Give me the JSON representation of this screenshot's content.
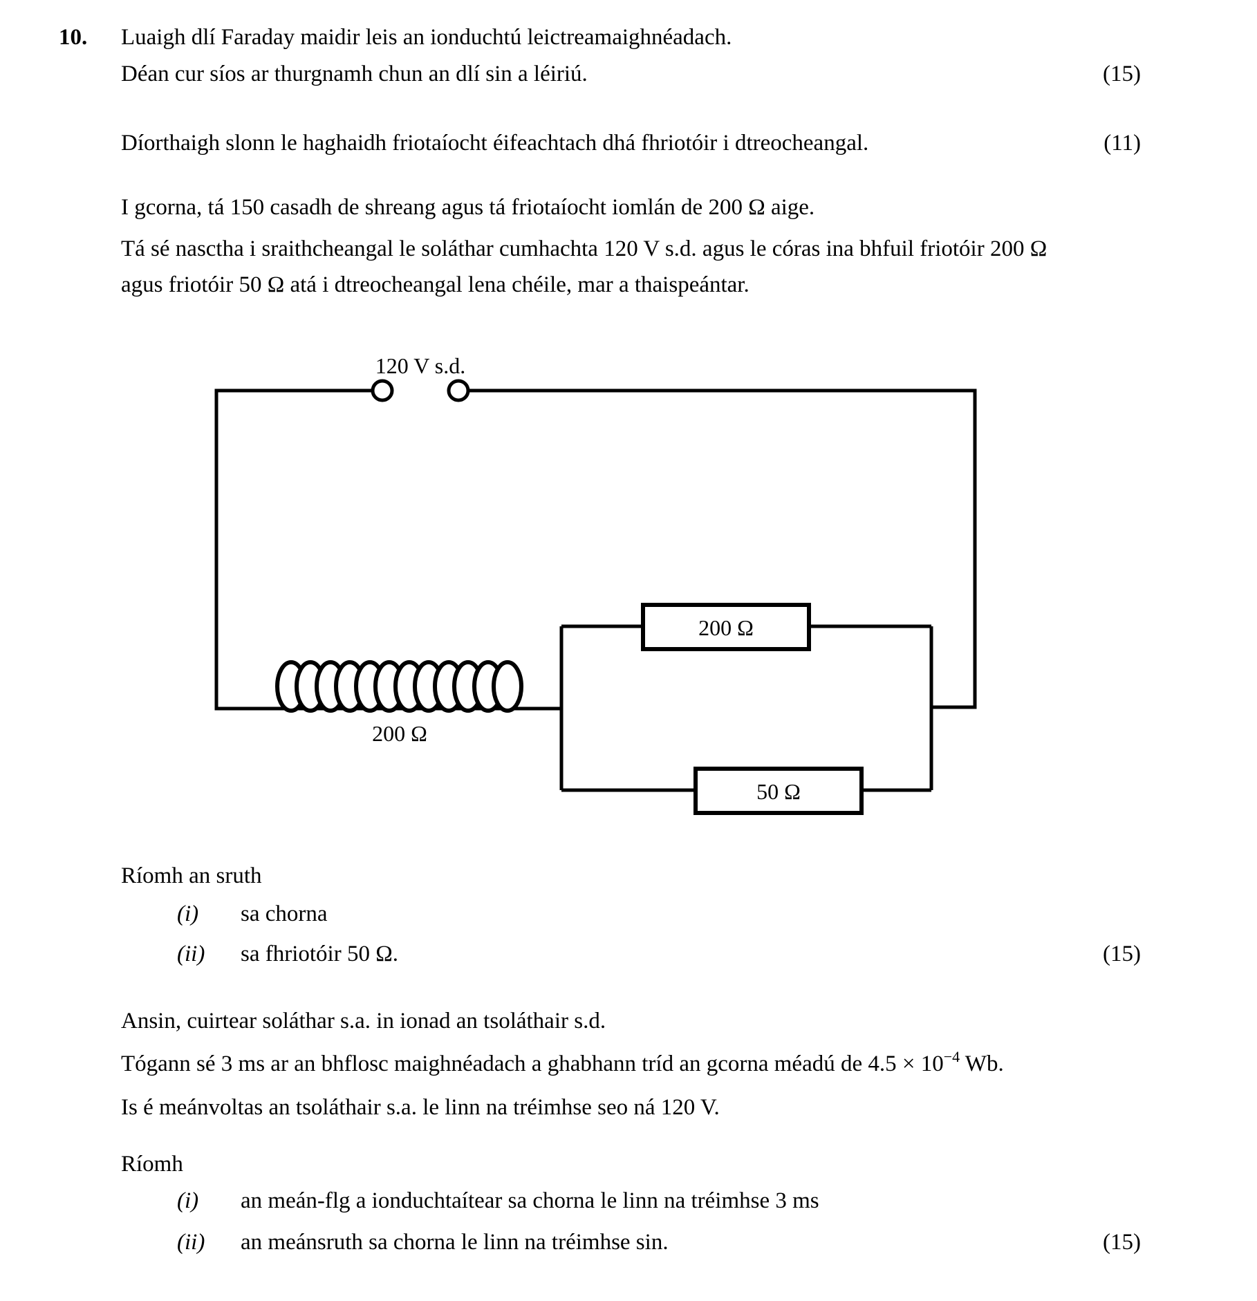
{
  "colors": {
    "ink": "#000000",
    "paper": "#ffffff"
  },
  "question": {
    "number": "10.",
    "intro_line1": "Luaigh dlí Faraday maidir leis an ionduchtú leictreamaighnéadach.",
    "intro_line2": "Déan cur síos ar thurgnamh chun an dlí sin a léiriú.",
    "intro_marks": "(15)",
    "derive_line": "Díorthaigh slonn le haghaidh friotaíocht éifeachtach dhá fhriotóir i dtreocheangal.",
    "derive_marks": "(11)",
    "para1_line1": "I gcorna, tá 150 casadh de shreang agus tá friotaíocht iomlán de 200 Ω aige.",
    "para1_line2": "Tá sé nasctha i sraithcheangal le soláthar cumhachta 120 V s.d. agus le córas ina bhfuil friotóir 200 Ω",
    "para1_line3": "agus friotóir 50 Ω atá i dtreocheangal lena chéile, mar a thaispeántar."
  },
  "diagram": {
    "supply_label": "120 V s.d.",
    "coil_label": "200 Ω",
    "resistor_top_label": "200 Ω",
    "resistor_bottom_label": "50 Ω"
  },
  "calc1": {
    "heading": "Ríomh an sruth",
    "items": [
      {
        "marker": "(i)",
        "text": "sa chorna",
        "marks": ""
      },
      {
        "marker": "(ii)",
        "text": "sa fhriotóir 50 Ω.",
        "marks": "(15)"
      }
    ]
  },
  "para2": {
    "line1": "Ansin, cuirtear soláthar s.a. in ionad an tsoláthair s.d.",
    "line2_prefix": "Tógann sé 3 ms ar an bhflosc maighnéadach a ghabhann tríd an gcorna méadú de 4.5 × 10",
    "line2_sup": "−4",
    "line2_suffix": " Wb.",
    "line3": "Is é meánvoltas an tsoláthair s.a. le linn na tréimhse seo ná 120 V."
  },
  "calc2": {
    "heading": "Ríomh",
    "items": [
      {
        "marker": "(i)",
        "text": "an meán-flg a ionduchtaítear sa chorna le linn na tréimhse 3 ms",
        "marks": ""
      },
      {
        "marker": "(ii)",
        "text": "an meánsruth sa chorna le linn na tréimhse sin.",
        "marks": "(15)"
      }
    ]
  }
}
